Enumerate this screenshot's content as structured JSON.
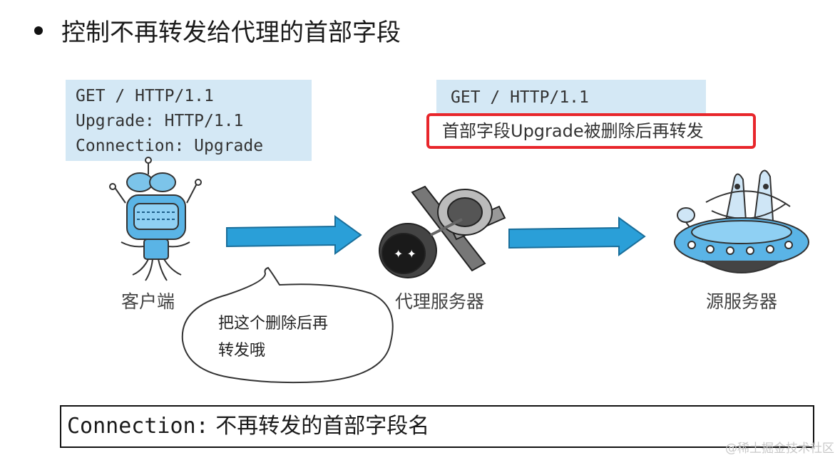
{
  "heading": "控制不再转发给代理的首部字段",
  "client_request": [
    "GET / HTTP/1.1",
    "Upgrade: HTTP/1.1",
    "Connection: Upgrade"
  ],
  "proxy_request": "GET / HTTP/1.1",
  "proxy_note": "首部字段Upgrade被删除后再转发",
  "nodes": {
    "client": "客户端",
    "proxy": "代理服务器",
    "origin": "源服务器"
  },
  "bubble": [
    "把这个删除后再",
    "转发哦"
  ],
  "bottom": {
    "mono": "Connection:",
    "text": " 不再转发的首部字段名"
  },
  "watermark": "@稀土掘金技术社区",
  "colors": {
    "box_bg": "#d4e8f5",
    "arrow": "#2a9fd8",
    "highlight": "#e8262b"
  }
}
